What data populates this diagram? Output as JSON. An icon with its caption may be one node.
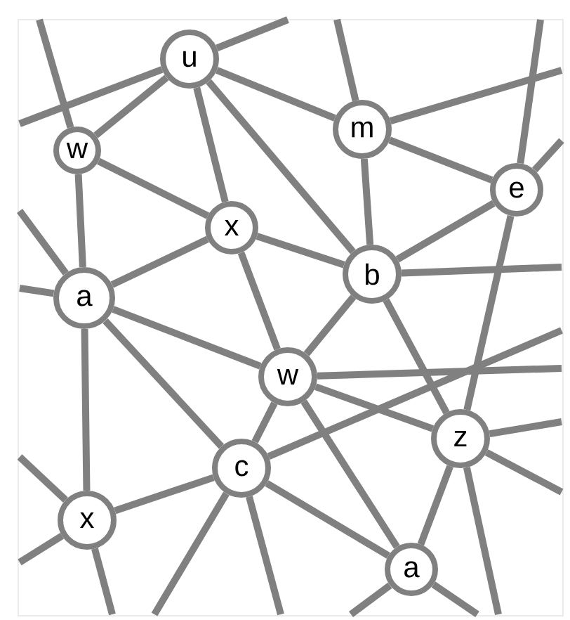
{
  "diagram": {
    "nodes": [
      {
        "text": [
          "u"
        ]
      },
      {
        "text": [
          "m"
        ]
      },
      {
        "text": [
          "w"
        ]
      },
      {
        "text": [
          "e"
        ]
      },
      {
        "text": [
          "x"
        ]
      },
      {
        "text": [
          "b"
        ]
      },
      {
        "text": [
          "a"
        ]
      },
      {
        "text": [
          "w"
        ]
      },
      {
        "text": [
          "z"
        ]
      },
      {
        "text": [
          "c"
        ]
      },
      {
        "text": [
          "x"
        ]
      },
      {
        "text": [
          "a"
        ]
      }
    ],
    "edges": [
      {
        "from": 0,
        "to": 2,
        "arrow": "none"
      },
      {
        "from": 0,
        "to": 4,
        "arrow": "none"
      },
      {
        "from": 0,
        "to": 1,
        "arrow": "none"
      },
      {
        "from": 0,
        "to": 5,
        "arrow": "none"
      },
      {
        "from": 2,
        "to": 4,
        "arrow": "none"
      },
      {
        "from": 2,
        "to": 6,
        "arrow": "none"
      },
      {
        "from": 6,
        "to": 4,
        "arrow": "none"
      },
      {
        "from": 4,
        "to": 5,
        "arrow": "none"
      },
      {
        "from": 4,
        "to": 7,
        "arrow": "none"
      },
      {
        "from": 1,
        "to": 5,
        "arrow": "none"
      },
      {
        "from": 1,
        "to": 3,
        "arrow": "none"
      },
      {
        "from": 5,
        "to": 3,
        "arrow": "none"
      },
      {
        "from": 5,
        "to": 7,
        "arrow": "none"
      },
      {
        "from": 5,
        "to": 8,
        "arrow": "none"
      },
      {
        "from": 3,
        "to": 8,
        "arrow": "none"
      },
      {
        "from": 6,
        "to": 7,
        "arrow": "none"
      },
      {
        "from": 6,
        "to": 9,
        "arrow": "none"
      },
      {
        "from": 6,
        "to": 10,
        "arrow": "none"
      },
      {
        "from": 10,
        "to": 9,
        "arrow": "none"
      },
      {
        "from": 7,
        "to": 9,
        "arrow": "none"
      },
      {
        "from": 7,
        "to": 8,
        "arrow": "none"
      },
      {
        "from": 7,
        "to": 11,
        "arrow": "none"
      },
      {
        "from": 9,
        "to": 11,
        "arrow": "none"
      },
      {
        "from": 8,
        "to": 11,
        "arrow": "none"
      },
      {
        "from": 0,
        "to": null,
        "arrow": "none"
      },
      {
        "from": 2,
        "to": null,
        "arrow": "none"
      },
      {
        "from": 0,
        "to": null,
        "arrow": "none"
      },
      {
        "from": 1,
        "to": null,
        "arrow": "none"
      },
      {
        "from": 1,
        "to": null,
        "arrow": "none"
      },
      {
        "from": 3,
        "to": null,
        "arrow": "none"
      },
      {
        "from": 3,
        "to": null,
        "arrow": "none"
      },
      {
        "from": 5,
        "to": null,
        "arrow": "none"
      },
      {
        "from": 6,
        "to": null,
        "arrow": "none"
      },
      {
        "from": 6,
        "to": null,
        "arrow": "none"
      },
      {
        "from": 10,
        "to": null,
        "arrow": "none"
      },
      {
        "from": 10,
        "to": null,
        "arrow": "none"
      },
      {
        "from": 10,
        "to": null,
        "arrow": "none"
      },
      {
        "from": 9,
        "to": null,
        "arrow": "none"
      },
      {
        "from": 9,
        "to": null,
        "arrow": "none"
      },
      {
        "from": 9,
        "to": null,
        "arrow": "none"
      },
      {
        "from": 7,
        "to": null,
        "arrow": "none"
      },
      {
        "from": 8,
        "to": null,
        "arrow": "none"
      },
      {
        "from": 8,
        "to": null,
        "arrow": "none"
      },
      {
        "from": 8,
        "to": null,
        "arrow": "none"
      },
      {
        "from": 11,
        "to": null,
        "arrow": "none"
      },
      {
        "from": 11,
        "to": null,
        "arrow": "none"
      }
    ]
  }
}
